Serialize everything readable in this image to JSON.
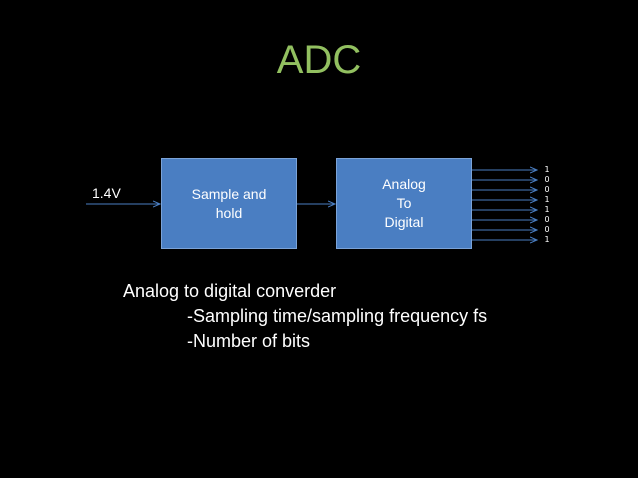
{
  "title": "ADC",
  "diagram": {
    "input_label": "1.4V",
    "block_sample": {
      "line1": "Sample and",
      "line2": "hold"
    },
    "block_adc": {
      "line1": "Analog",
      "line2": "To",
      "line3": "Digital"
    },
    "output_bits": [
      "1",
      "0",
      "0",
      "1",
      "1",
      "0",
      "0",
      "1"
    ],
    "colors": {
      "block": "#4a7ec2",
      "arrow": "#4a7ec2",
      "title": "#92c060"
    }
  },
  "description": {
    "heading": "Analog to digital converder",
    "items": [
      "-Sampling time/sampling frequency fs",
      "-Number of bits"
    ]
  }
}
